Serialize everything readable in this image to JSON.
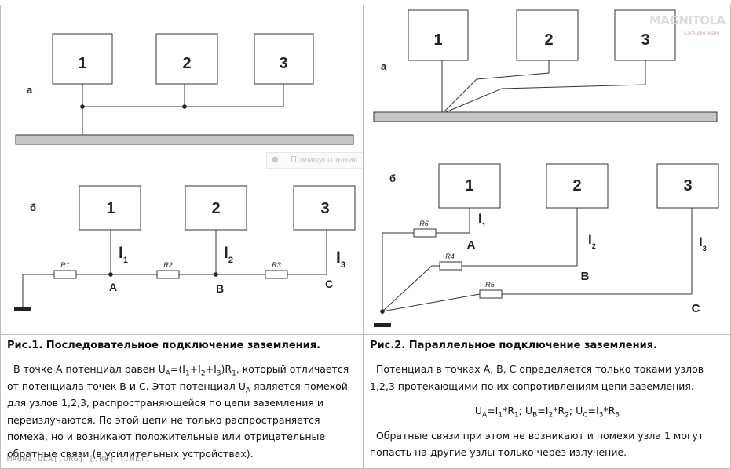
{
  "logo": {
    "main": "MAGNITOLA",
    "sub": "CarAudio Team"
  },
  "tooltip": {
    "label": "Прямоугольник"
  },
  "watermark": "MAGNITOLA[.ORG] [.RU] [.NET]",
  "fig1": {
    "caption_title": "Рис.1. Последовательное подключение заземления.",
    "para1": [
      "В точке А потенциал равен U",
      "A",
      "=(I",
      "1",
      "+I",
      "2",
      "+I",
      "3",
      ")R",
      "1",
      ", который отличается от потенциала точек В и С. Этот потенциал U",
      "A",
      " является помехой для узлов 1,2,3, распространяющейся по цепи заземления и переизлучаются. По этой цепи не только распространяется помеха, но и возникают положительные или отрицательные обратные связи (в усилительных устройствах)."
    ],
    "diagram_a": {
      "label": "а",
      "blocks": [
        "1",
        "2",
        "3"
      ]
    },
    "diagram_b": {
      "label": "б",
      "blocks": [
        "1",
        "2",
        "3"
      ],
      "resistors": [
        "R1",
        "R2",
        "R3"
      ],
      "currents": [
        {
          "main": "I",
          "sub": "1"
        },
        {
          "main": "I",
          "sub": "2"
        },
        {
          "main": "I",
          "sub": "3"
        }
      ],
      "points": [
        "A",
        "B",
        "C"
      ]
    }
  },
  "fig2": {
    "caption_title": "Рис.2. Параллельное подключение заземления.",
    "para1": "Потенциал в точках А, В, С  определяется только токами узлов 1,2,3 протекающими по их сопротивлениям цепи заземления.",
    "formula": [
      "U",
      "A",
      "=I",
      "1",
      "*R",
      "1",
      "; U",
      "B",
      "=I",
      "2",
      "*R",
      "2",
      "; U",
      "C",
      "=I",
      "3",
      "*R",
      "3"
    ],
    "para2": "Обратные связи при этом не возникают и помехи узла 1 могут попасть на другие узлы только через излучение.",
    "diagram_a": {
      "label": "а",
      "blocks": [
        "1",
        "2",
        "3"
      ]
    },
    "diagram_b": {
      "label": "б",
      "blocks": [
        "1",
        "2",
        "3"
      ],
      "resistors": [
        "R6",
        "R4",
        "R5"
      ],
      "currents": [
        {
          "main": "I",
          "sub": "1"
        },
        {
          "main": "I",
          "sub": "2"
        },
        {
          "main": "I",
          "sub": "3"
        }
      ],
      "points": [
        "A",
        "B",
        "C"
      ]
    }
  }
}
